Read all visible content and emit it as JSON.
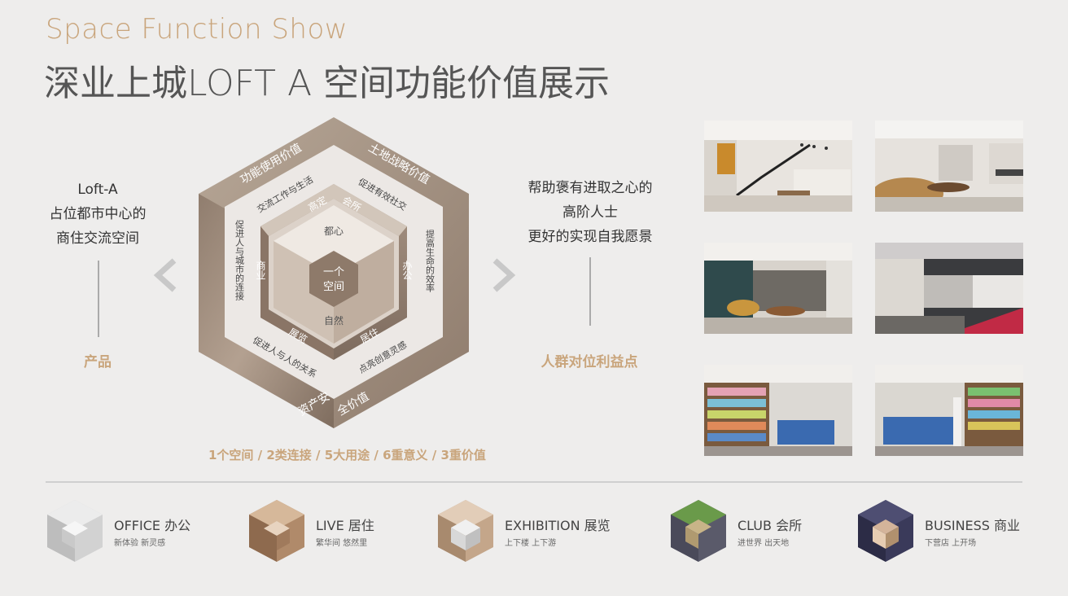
{
  "header": {
    "title_en": "Space Function Show",
    "title_cn": "深业上城LOFT A 空间功能价值展示"
  },
  "left": {
    "lines": [
      "Loft-A",
      "占位都市中心的",
      "商住交流空间"
    ],
    "label": "产品"
  },
  "right": {
    "lines": [
      "帮助褒有进取之心的",
      "高阶人士",
      "更好的实现自我愿景"
    ],
    "label": "人群对位利益点"
  },
  "hexagon": {
    "outer": {
      "top_left": "功能使用价值",
      "top_right": "土地战略价值",
      "bottom_left": "资产安",
      "bottom_right": "全价值"
    },
    "middle": {
      "top_left": "交流工作与生活",
      "top_right": "促进有效社交",
      "left": "促进人与城市的连接",
      "right": "提高生命的效率",
      "bottom_left": "促进人与人的关系",
      "bottom_right": "点亮创意灵感"
    },
    "inner": {
      "top_left": "高定",
      "top_right": "会所",
      "left": "商业",
      "right": "办公",
      "bottom_left": "展览",
      "bottom_right": "居住"
    },
    "core": {
      "top": "都心",
      "bottom": "自然",
      "center_line1": "一个",
      "center_line2": "空间"
    }
  },
  "stats": "1个空间 / 2类连接 / 5大用途 / 6重意义 / 3重价值",
  "legend": [
    {
      "title": "OFFICE 办公",
      "subtitle": "新体验 新灵感",
      "icon": "office-cube-icon",
      "color": "#b8b8b8"
    },
    {
      "title": "LIVE 居住",
      "subtitle": "繁华间 悠然里",
      "icon": "live-cube-icon",
      "color": "#b08a6a"
    },
    {
      "title": "EXHIBITION 展览",
      "subtitle": "上下楼 上下游",
      "icon": "exhibition-cube-icon",
      "color": "#c4a68a"
    },
    {
      "title": "CLUB 会所",
      "subtitle": "进世界 出天地",
      "icon": "club-cube-icon",
      "color": "#6a9a4a"
    },
    {
      "title": "BUSINESS 商业",
      "subtitle": "下营店 上开场",
      "icon": "business-cube-icon",
      "color": "#3a3a5a"
    }
  ],
  "colors": {
    "gold": "#c9a57c",
    "hex_outer": "#9c8a7c",
    "hex_inner": "#c6b8aa"
  }
}
